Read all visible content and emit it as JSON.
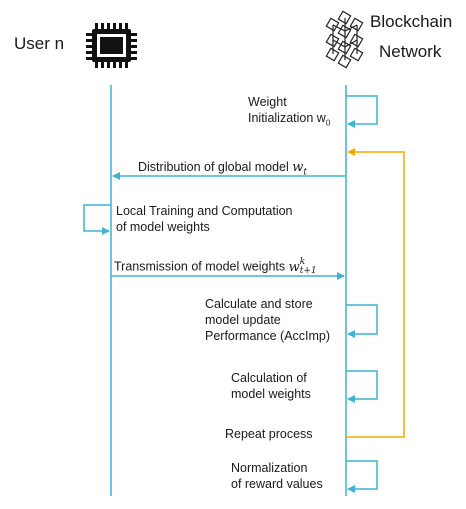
{
  "participants": {
    "user": {
      "label": "User n",
      "icon": "chip-icon"
    },
    "chain": {
      "label_line1": "Blockchain",
      "label_line2": "Network",
      "icon": "blockchain-network-icon"
    }
  },
  "colors": {
    "lifeline": "#3fb3d4",
    "repeat_loop": "#f2a900",
    "text": "#1a1a1a"
  },
  "steps": [
    {
      "id": "init",
      "line1": "Weight",
      "line2": "Initialization w",
      "subscript": "0"
    },
    {
      "id": "distribute",
      "text": "Distribution of global model",
      "math_base": "w",
      "math_sub": "t"
    },
    {
      "id": "local",
      "line1": "Local Training and Computation",
      "line2": "of model weights"
    },
    {
      "id": "transmit",
      "text": "Transmission of model weights",
      "math_base": "w",
      "math_sub": "t+1",
      "math_sup": "k"
    },
    {
      "id": "accimp",
      "line1": "Calculate and store",
      "line2": "model update",
      "line3": "Performance (AccImp)"
    },
    {
      "id": "calc",
      "line1": "Calculation of",
      "line2": "model weights"
    },
    {
      "id": "repeat",
      "text": "Repeat process"
    },
    {
      "id": "normalize",
      "line1": "Normalization",
      "line2": "of reward values"
    }
  ]
}
